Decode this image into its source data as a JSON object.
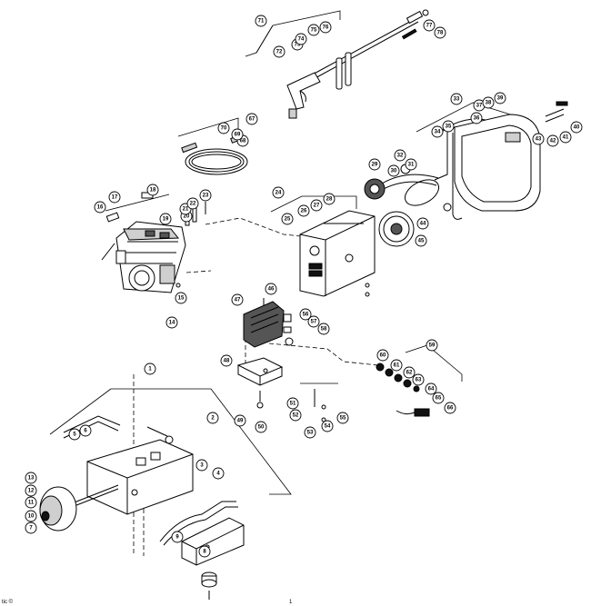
{
  "callouts": [
    {
      "n": "1"
    },
    {
      "n": "2"
    },
    {
      "n": "3"
    },
    {
      "n": "4"
    },
    {
      "n": "5"
    },
    {
      "n": "6"
    },
    {
      "n": "7"
    },
    {
      "n": "8"
    },
    {
      "n": "9"
    },
    {
      "n": "10"
    },
    {
      "n": "11"
    },
    {
      "n": "12"
    },
    {
      "n": "13"
    },
    {
      "n": "14"
    },
    {
      "n": "15"
    },
    {
      "n": "16"
    },
    {
      "n": "17"
    },
    {
      "n": "18"
    },
    {
      "n": "19"
    },
    {
      "n": "20"
    },
    {
      "n": "21"
    },
    {
      "n": "22"
    },
    {
      "n": "23"
    },
    {
      "n": "24"
    },
    {
      "n": "25"
    },
    {
      "n": "26"
    },
    {
      "n": "27"
    },
    {
      "n": "28"
    },
    {
      "n": "29"
    },
    {
      "n": "30"
    },
    {
      "n": "31"
    },
    {
      "n": "32"
    },
    {
      "n": "33"
    },
    {
      "n": "34"
    },
    {
      "n": "35"
    },
    {
      "n": "36"
    },
    {
      "n": "37"
    },
    {
      "n": "38"
    },
    {
      "n": "39"
    },
    {
      "n": "40"
    },
    {
      "n": "41"
    },
    {
      "n": "42"
    },
    {
      "n": "43"
    },
    {
      "n": "44"
    },
    {
      "n": "45"
    },
    {
      "n": "46"
    },
    {
      "n": "47"
    },
    {
      "n": "48"
    },
    {
      "n": "49"
    },
    {
      "n": "50"
    },
    {
      "n": "51"
    },
    {
      "n": "52"
    },
    {
      "n": "53"
    },
    {
      "n": "54"
    },
    {
      "n": "55"
    },
    {
      "n": "56"
    },
    {
      "n": "57"
    },
    {
      "n": "58"
    },
    {
      "n": "59"
    },
    {
      "n": "60"
    },
    {
      "n": "61"
    },
    {
      "n": "62"
    },
    {
      "n": "63"
    },
    {
      "n": "64"
    },
    {
      "n": "65"
    },
    {
      "n": "66"
    },
    {
      "n": "67"
    },
    {
      "n": "68"
    },
    {
      "n": "69"
    },
    {
      "n": "70"
    },
    {
      "n": "71"
    },
    {
      "n": "72"
    },
    {
      "n": "73"
    },
    {
      "n": "74"
    },
    {
      "n": "75"
    },
    {
      "n": "76"
    },
    {
      "n": "77"
    },
    {
      "n": "78"
    }
  ],
  "footer_left": "tic ©",
  "footer_right": "1"
}
